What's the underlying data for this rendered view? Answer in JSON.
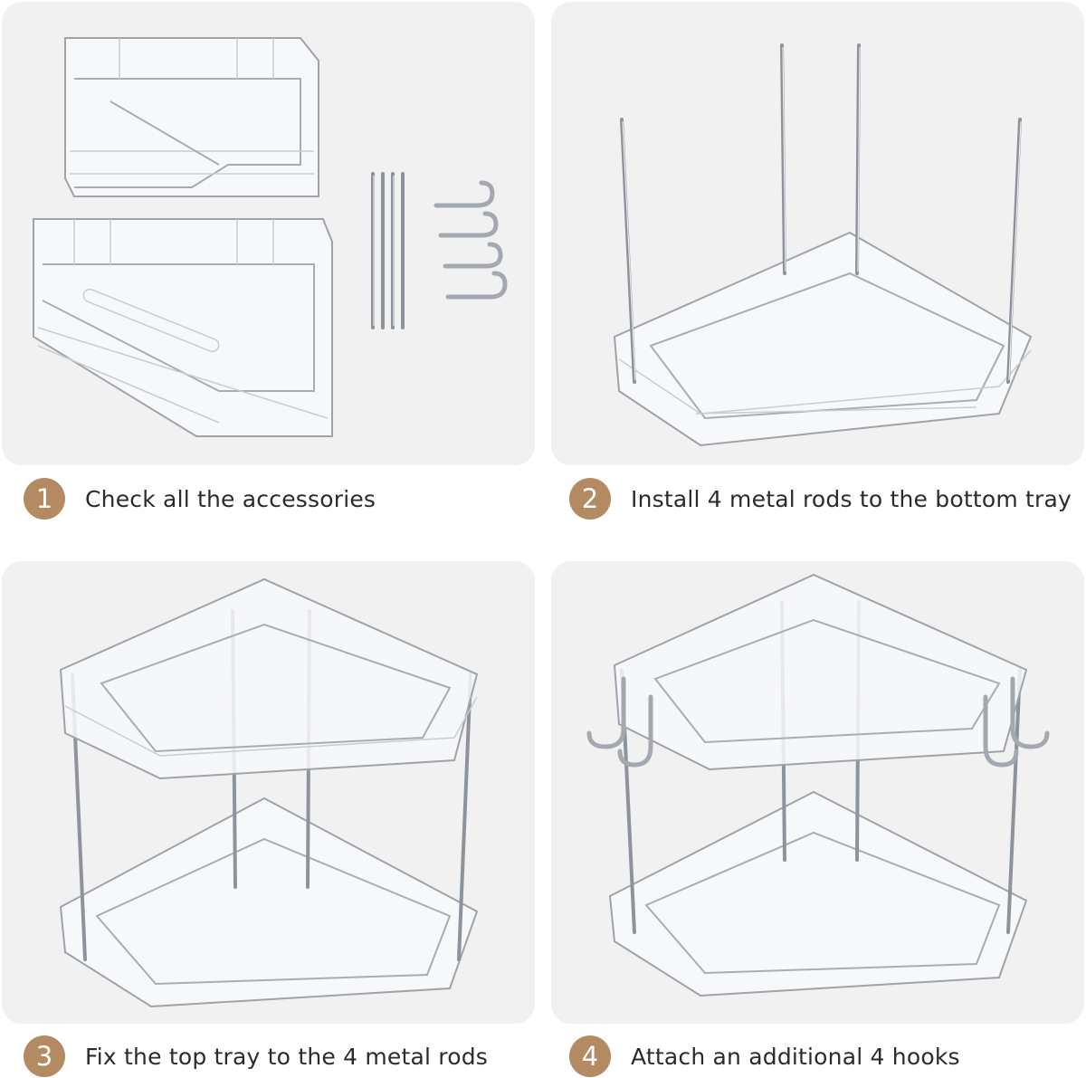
{
  "steps": [
    {
      "number": "1",
      "text": "Check all the accessories"
    },
    {
      "number": "2",
      "text": "Install 4 metal rods to the bottom tray"
    },
    {
      "number": "3",
      "text": "Fix the top tray to the 4 metal rods"
    },
    {
      "number": "4",
      "text": "Attach an additional 4 hooks"
    }
  ],
  "colors": {
    "badge": "#b38a61",
    "panel_background": "#f1f1f2",
    "text": "#2b2b2b"
  }
}
